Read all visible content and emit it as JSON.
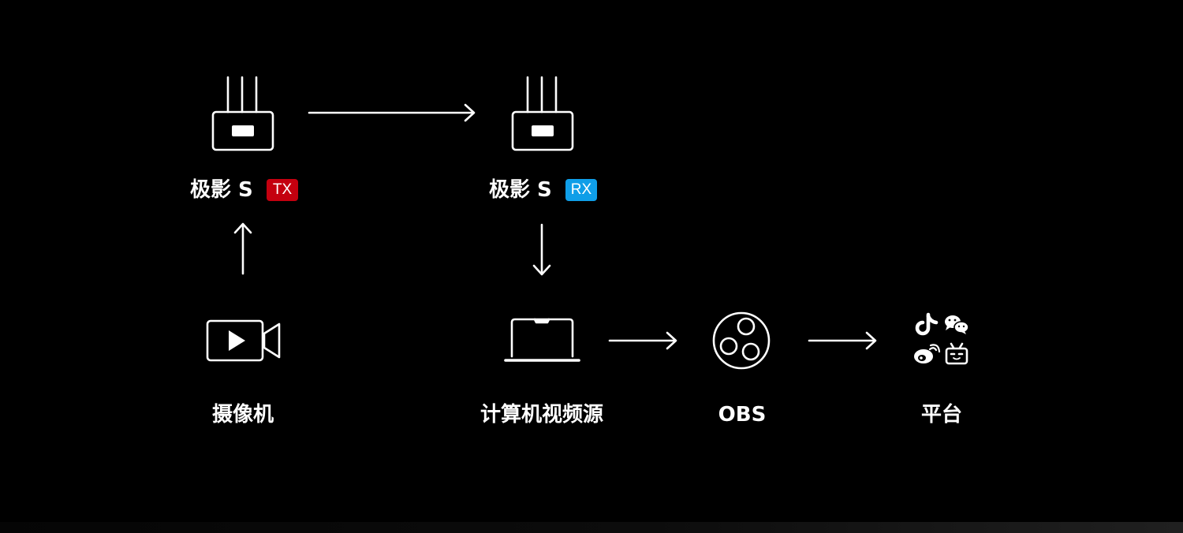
{
  "nodes": {
    "tx": {
      "name": "极影 S",
      "badge": "TX",
      "badge_color": "#c4000f"
    },
    "rx": {
      "name": "极影 S",
      "badge": "RX",
      "badge_color": "#0f9ee8"
    },
    "camera": {
      "name": "摄像机"
    },
    "computer": {
      "name": "计算机视频源"
    },
    "obs": {
      "name": "OBS"
    },
    "platform": {
      "name": "平台"
    }
  },
  "icons": {
    "tx": "wireless-transmitter-icon",
    "rx": "wireless-receiver-icon",
    "camera": "video-camera-icon",
    "computer": "laptop-icon",
    "obs": "obs-logo-icon",
    "platform": [
      "tiktok-icon",
      "wechat-icon",
      "weibo-icon",
      "bilibili-icon"
    ]
  },
  "colors": {
    "background": "#000000",
    "foreground": "#ffffff"
  }
}
